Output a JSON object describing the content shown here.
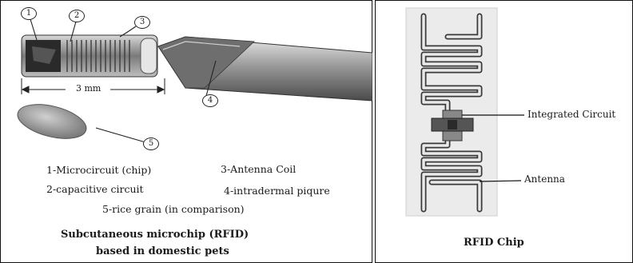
{
  "left_panel": {
    "markers": [
      "1",
      "2",
      "3",
      "4",
      "5"
    ],
    "dimension_label": "3 mm",
    "legend": {
      "item1": "1-Microcircuit (chip)",
      "item2": "2-capacitive circuit",
      "item3": "3-Antenna Coil",
      "item4": "4-intradermal piqure",
      "item5": "5-rice grain (in comparison)"
    },
    "caption_line1": "Subcutaneous microchip (RFID)",
    "caption_line2": "based in domestic pets"
  },
  "right_panel": {
    "callout_ic": "Integrated Circuit",
    "callout_antenna": "Antenna",
    "caption": "RFID Chip"
  }
}
